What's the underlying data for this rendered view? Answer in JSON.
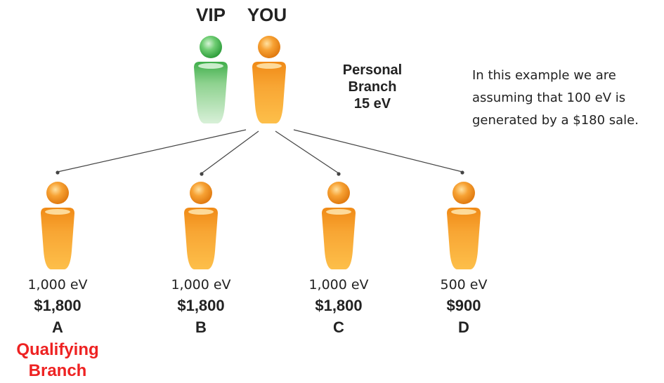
{
  "top": {
    "vip_label": "VIP",
    "you_label": "YOU",
    "personal_branch": [
      "Personal",
      "Branch",
      "15 eV"
    ]
  },
  "note": [
    "In this example we are",
    "assuming that 100 eV is",
    "generated by a $180 sale."
  ],
  "members": [
    {
      "ev": "1,000 eV",
      "amount": "$1,800",
      "letter": "A",
      "tag": [
        "Qualifying",
        "Branch"
      ]
    },
    {
      "ev": "1,000 eV",
      "amount": "$1,800",
      "letter": "B"
    },
    {
      "ev": "1,000 eV",
      "amount": "$1,800",
      "letter": "C"
    },
    {
      "ev": "500 eV",
      "amount": "$900",
      "letter": "D"
    }
  ],
  "colors": {
    "orange": "#f7941d",
    "orange_light": "#ffd27a",
    "green": "#3cb54a",
    "green_light": "#b9e6b9",
    "qualifying": "#ee2222",
    "line": "#444444"
  }
}
